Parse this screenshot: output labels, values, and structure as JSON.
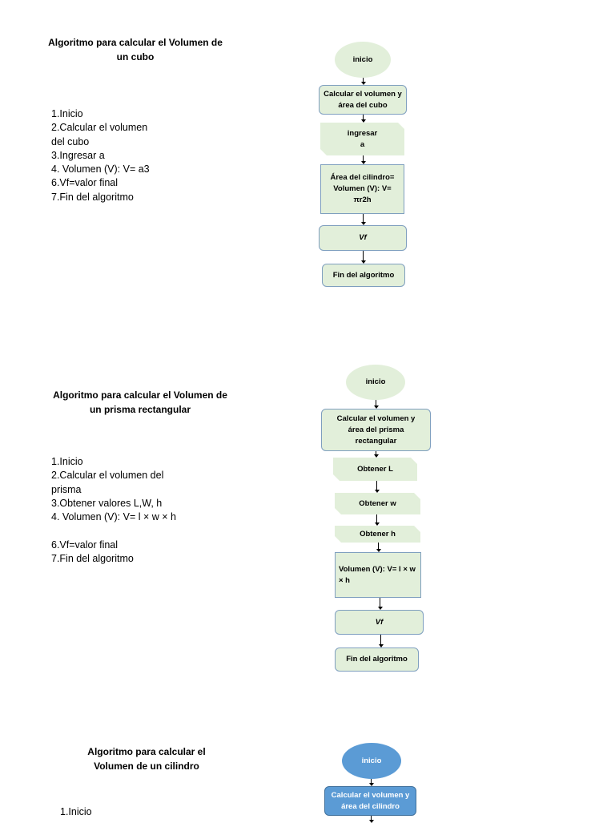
{
  "sections": [
    {
      "title": "Algoritmo para calcular el Volumen de un cubo",
      "steps": "1.Inicio\n2.Calcular el volumen\ndel cubo\n3.Ingresar a\n4. Volumen (V): V= a3\n6.Vf=valor final\n7.Fin del algoritmo",
      "flow": [
        "inicio",
        "Calcular el volumen y área del cubo",
        "ingresar\na",
        "Área del cilindro= Volumen (V): V= πr2h",
        "Vf",
        "Fin del algoritmo"
      ]
    },
    {
      "title": "Algoritmo para calcular el Volumen de un prisma rectangular",
      "steps": "1.Inicio\n2.Calcular el volumen del\nprisma\n3.Obtener valores L,W, h\n4. Volumen (V): V= l × w × h\n\n6.Vf=valor final\n7.Fin del algoritmo",
      "flow": [
        "inicio",
        "Calcular el volumen y área del prisma rectangular",
        "Obtener L",
        "Obtener w",
        "Obtener h",
        "Volumen (V): V= l × w × h",
        "Vf",
        "Fin del algoritmo"
      ]
    },
    {
      "title": "Algoritmo para calcular el Volumen de un cilindro",
      "steps": "1.Inicio",
      "flow": [
        "inicio",
        "Calcular el volumen y área del cilindro"
      ]
    }
  ],
  "colors": {
    "shape_fill": "#e2efda",
    "blue_fill": "#5b9bd5"
  }
}
